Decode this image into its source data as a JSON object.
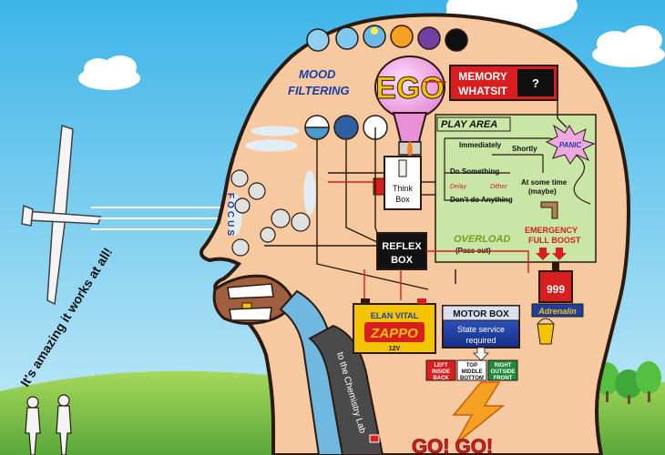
{
  "mood_filtering": {
    "line1": "MOOD",
    "line2": "FILTERING"
  },
  "ego": {
    "label": "EGO"
  },
  "memory": {
    "line1": "MEMORY",
    "line2": "WHATSIT",
    "value": "?"
  },
  "play_area": {
    "title": "PLAY AREA",
    "immediately": "Immediately",
    "shortly": "Shortly",
    "panic": "PANIC",
    "do_something": "Do Something",
    "dont_do_anything": "Don't do Anything",
    "delay": "Delay",
    "dither": "Dither",
    "at_some_time_1": "At some time",
    "at_some_time_2": "(maybe)",
    "overload": "OVERLOAD",
    "pass_out": "(Pass out)",
    "emergency_1": "EMERGENCY",
    "emergency_2": "FULL BOOST"
  },
  "think_box": {
    "line1": "Think",
    "line2": "Box"
  },
  "focus": {
    "label": "FOCUS"
  },
  "reflex_box": {
    "line1": "REFLEX",
    "line2": "BOX"
  },
  "alarm": {
    "label": "999"
  },
  "adrenalin": {
    "label": "Adrenalin"
  },
  "motor_box": {
    "title": "MOTOR BOX",
    "line1": "State service",
    "line2": "required"
  },
  "elan_vital": {
    "title": "ELAN VITAL",
    "brand": "ZAPPO",
    "volts": "12V"
  },
  "motor_columns": [
    {
      "line1": "LEFT",
      "line2": "INSIDE",
      "line3": "BACK"
    },
    {
      "line1": "TOP",
      "line2": "MIDDLE",
      "line3": "BOTTOM"
    },
    {
      "line1": "RIGHT",
      "line2": "OUTSIDE",
      "line3": "FRONT"
    }
  ],
  "go_go": {
    "label": "GO! GO!"
  },
  "chemistry_lab": {
    "label": "to the Chemistry Lab"
  },
  "caption": {
    "label": "It's amazing it works at all!"
  },
  "colors": {
    "sky": "#7fd0f0",
    "head": "#f7c9a0",
    "head_outline": "#2a1a10",
    "play_area": "#c9e6a6",
    "alarm_red": "#e02020",
    "motor_blue": "#1f3fa0",
    "elan_yellow": "#f5c400",
    "grass": "#8cc84b"
  }
}
